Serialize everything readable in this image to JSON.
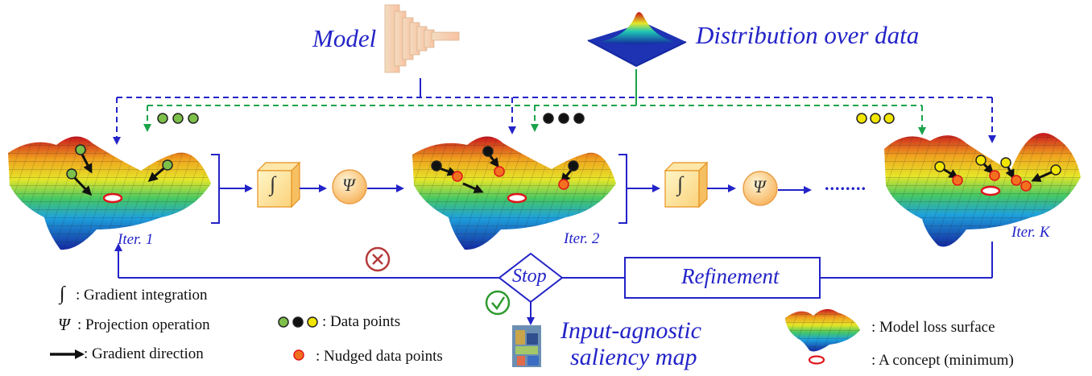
{
  "top": {
    "model_label": "Model",
    "distribution_label": "Distribution over data"
  },
  "iterations": [
    "Iter. 1",
    "Iter. 2",
    "Iter. K"
  ],
  "ops": {
    "integral_symbol": "∫",
    "projection_symbol": "Ψ",
    "ellipsis": "........"
  },
  "flow": {
    "stop_label": "Stop",
    "refinement_label": "Refinement",
    "output_label_line1": "Input-agnostic",
    "output_label_line2": "saliency map",
    "reject_icon": "x-circle-icon",
    "accept_icon": "check-circle-icon"
  },
  "legend": {
    "integral_symbol": "∫",
    "integral_text": ": Gradient integration",
    "psi_symbol": "Ψ",
    "psi_text": ": Projection operation",
    "arrow_text": ": Gradient direction",
    "data_points_text": ": Data points",
    "nudged_text": ": Nudged data points",
    "loss_surface_text": ": Model loss surface",
    "concept_text": ": A concept (minimum)"
  },
  "colors": {
    "blue": "#2323c8",
    "green": "#1aa34a",
    "data_green": "#7cc04a",
    "data_black": "#111111",
    "data_yellow": "#f2e600",
    "nudged_fill": "#f2711f",
    "concept_red": "#e0131a",
    "reject_red": "#b53a3a",
    "accept_green": "#2e9a2e"
  }
}
